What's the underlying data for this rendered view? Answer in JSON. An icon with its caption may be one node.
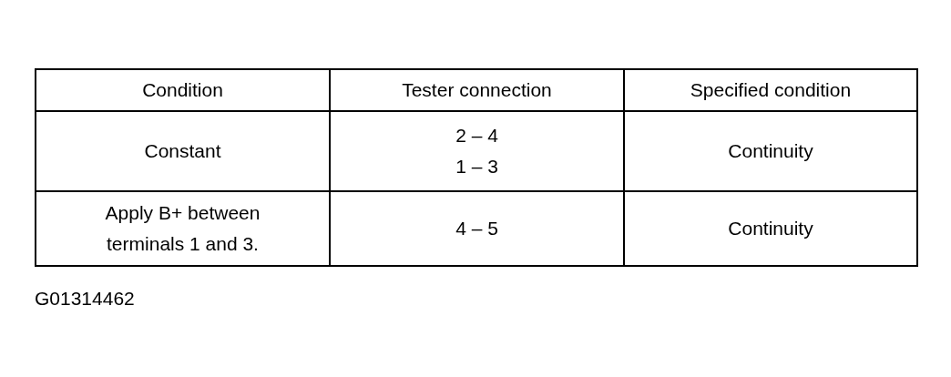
{
  "diagram": {
    "labels": [
      "Condition",
      "Tester connection",
      "Specified condition",
      "Constant",
      "2 – 4",
      "1 – 3",
      "Continuity",
      "Apply B+ between terminals 1 and 3.",
      "4 – 5",
      "Continuity",
      "G01314462"
    ]
  }
}
